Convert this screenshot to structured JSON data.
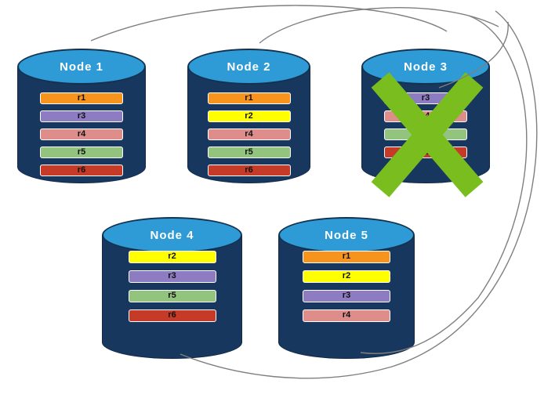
{
  "diagram": {
    "description": "Distributed database nodes with replica redistribution after a node failure",
    "failed_node": "Node 3"
  },
  "colors": {
    "r1": "#F7941E",
    "r2": "#FFFF00",
    "r3": "#8E7CC3",
    "r4": "#DE8D8A",
    "r5": "#93C47D",
    "r6": "#C63B27",
    "cylinder_top": "#2E9BD6",
    "cylinder_body": "#17375E",
    "failure_x": "#79BE1E",
    "arrow": "#7F7F7F"
  },
  "nodes": [
    {
      "title": "Node 1",
      "replicas": [
        {
          "id": "r1",
          "label": "r1"
        },
        {
          "id": "r3",
          "label": "r3"
        },
        {
          "id": "r4",
          "label": "r4"
        },
        {
          "id": "r5",
          "label": "r5"
        },
        {
          "id": "r6",
          "label": "r6"
        }
      ]
    },
    {
      "title": "Node 2",
      "replicas": [
        {
          "id": "r1",
          "label": "r1"
        },
        {
          "id": "r2",
          "label": "r2"
        },
        {
          "id": "r4",
          "label": "r4"
        },
        {
          "id": "r5",
          "label": "r5"
        },
        {
          "id": "r6",
          "label": "r6"
        }
      ]
    },
    {
      "title": "Node 3",
      "replicas": [
        {
          "id": "r3",
          "label": "r3"
        },
        {
          "id": "r4",
          "label": "r4"
        },
        {
          "id": "r5",
          "label": "r5"
        },
        {
          "id": "r6",
          "label": "r6"
        }
      ]
    },
    {
      "title": "Node 4",
      "replicas": [
        {
          "id": "r2",
          "label": "r2"
        },
        {
          "id": "r3",
          "label": "r3"
        },
        {
          "id": "r5",
          "label": "r5"
        },
        {
          "id": "r6",
          "label": "r6"
        }
      ]
    },
    {
      "title": "Node 5",
      "replicas": [
        {
          "id": "r1",
          "label": "r1"
        },
        {
          "id": "r2",
          "label": "r2"
        },
        {
          "id": "r3",
          "label": "r3"
        },
        {
          "id": "r4",
          "label": "r4"
        }
      ]
    }
  ]
}
